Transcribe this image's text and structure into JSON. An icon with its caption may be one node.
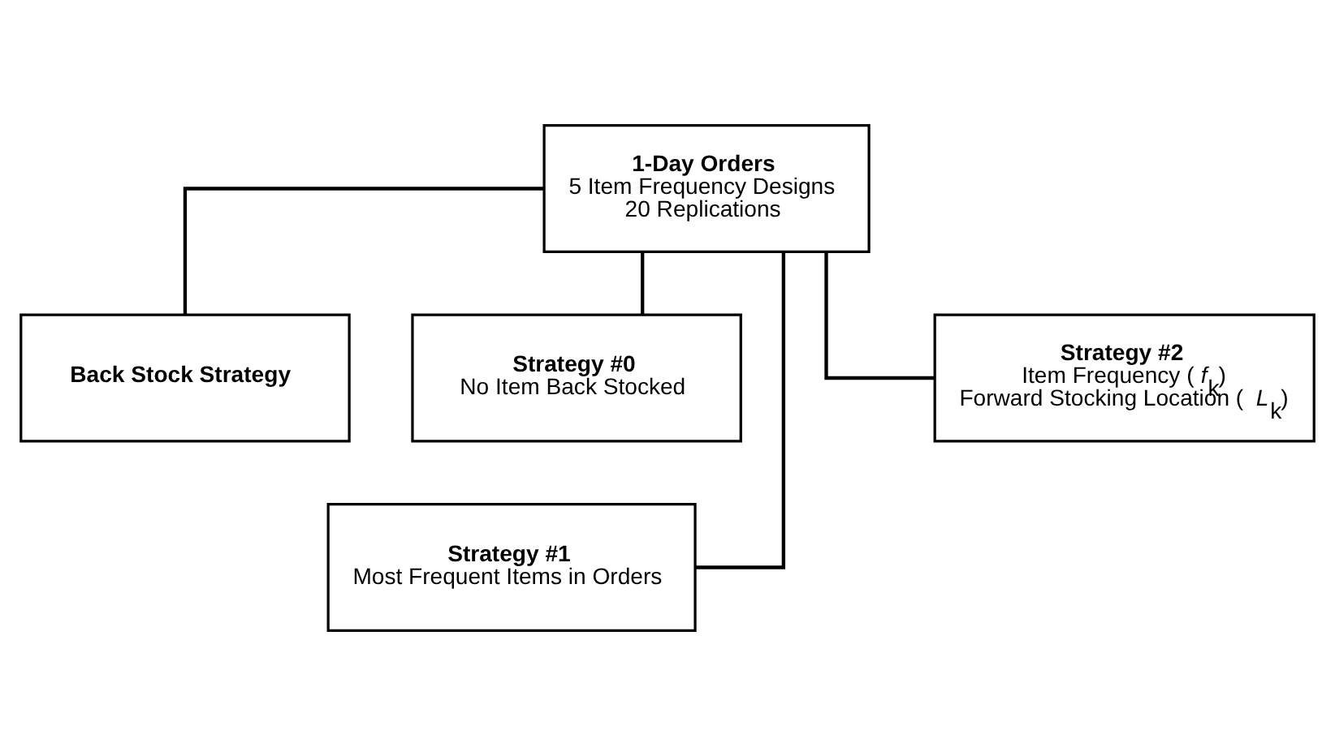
{
  "diagram": {
    "nodes": [
      {
        "text": [
          "1-Day Orders",
          "5 Item Frequency Designs",
          "20 Replications"
        ]
      },
      {
        "text": [
          "Back Stock Strategy"
        ]
      },
      {
        "text": [
          "Strategy #0",
          "No Item Back Stocked"
        ]
      },
      {
        "text": [
          "Strategy #1",
          "Most Frequent Items in Orders"
        ]
      },
      {
        "text": [
          "Strategy #2",
          "Item Frequency (*f*$_{k}$)",
          "Forward Stocking Location (*L*$_{k}$)"
        ]
      }
    ],
    "edges": [
      {
        "from": 0,
        "to": 1,
        "arrow": "none"
      },
      {
        "from": 0,
        "to": 2,
        "arrow": "none"
      },
      {
        "from": 0,
        "to": 3,
        "arrow": "none"
      },
      {
        "from": 0,
        "to": 4,
        "arrow": "none"
      }
    ]
  }
}
